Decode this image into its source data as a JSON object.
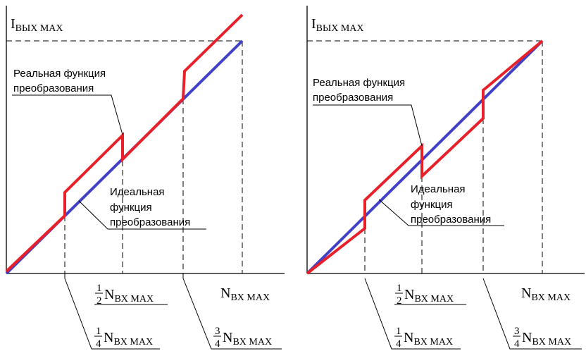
{
  "colors": {
    "real": "#e8202a",
    "ideal": "#4040c8",
    "axis": "#000000"
  },
  "left": {
    "y_axis": {
      "main": "I",
      "sub": "ВЫХ MAX"
    },
    "x_full": {
      "main": "N",
      "sub": "BX MAX"
    },
    "x_half": {
      "num": "1",
      "den": "2",
      "main": "N",
      "sub": "BX MAX"
    },
    "x_quarter": {
      "num": "1",
      "den": "4",
      "main": "N",
      "sub": "BX MAX"
    },
    "x_three_quarter": {
      "num": "3",
      "den": "4",
      "main": "N",
      "sub": "BX MAX"
    },
    "real_label": [
      "Реальная функция",
      "преобразования"
    ],
    "ideal_label": [
      "Идеальная",
      "функция",
      "преобразования"
    ]
  },
  "right": {
    "y_axis": {
      "main": "I",
      "sub": "ВЫХ MAX"
    },
    "x_full": {
      "main": "N",
      "sub": "BX MAX"
    },
    "x_half": {
      "num": "1",
      "den": "2",
      "main": "N",
      "sub": "BX MAX"
    },
    "x_quarter": {
      "num": "1",
      "den": "4",
      "main": "N",
      "sub": "BX MAX"
    },
    "x_three_quarter": {
      "num": "3",
      "den": "4",
      "main": "N",
      "sub": "BX MAX"
    },
    "real_label": [
      "Реальная функция",
      "преобразования"
    ],
    "ideal_label": [
      "Идеальная",
      "функция",
      "преобразования"
    ]
  }
}
